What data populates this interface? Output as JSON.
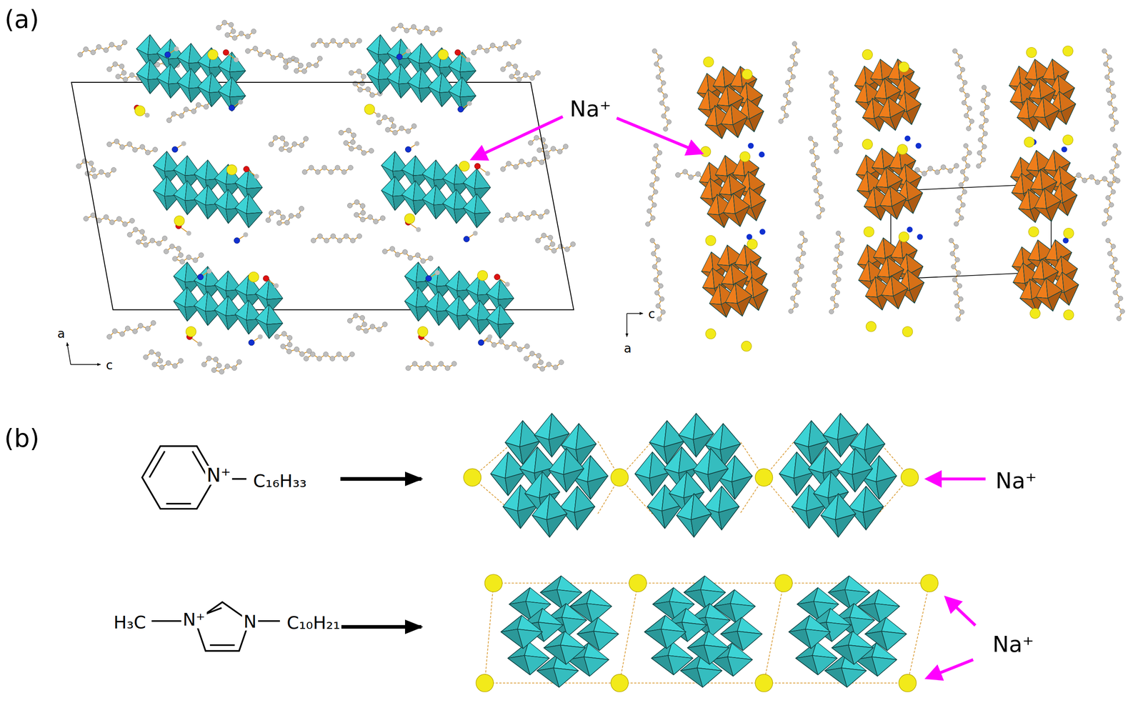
{
  "diagram": {
    "labels": [
      "(a)",
      "Na⁺",
      "a",
      "c",
      "c",
      "a",
      "(b)",
      "N⁺",
      "C₁₆H₃₃",
      "Na⁺",
      "H₃C",
      "N⁺",
      "N",
      "C₁₀H₂₁",
      "Na⁺"
    ]
  }
}
